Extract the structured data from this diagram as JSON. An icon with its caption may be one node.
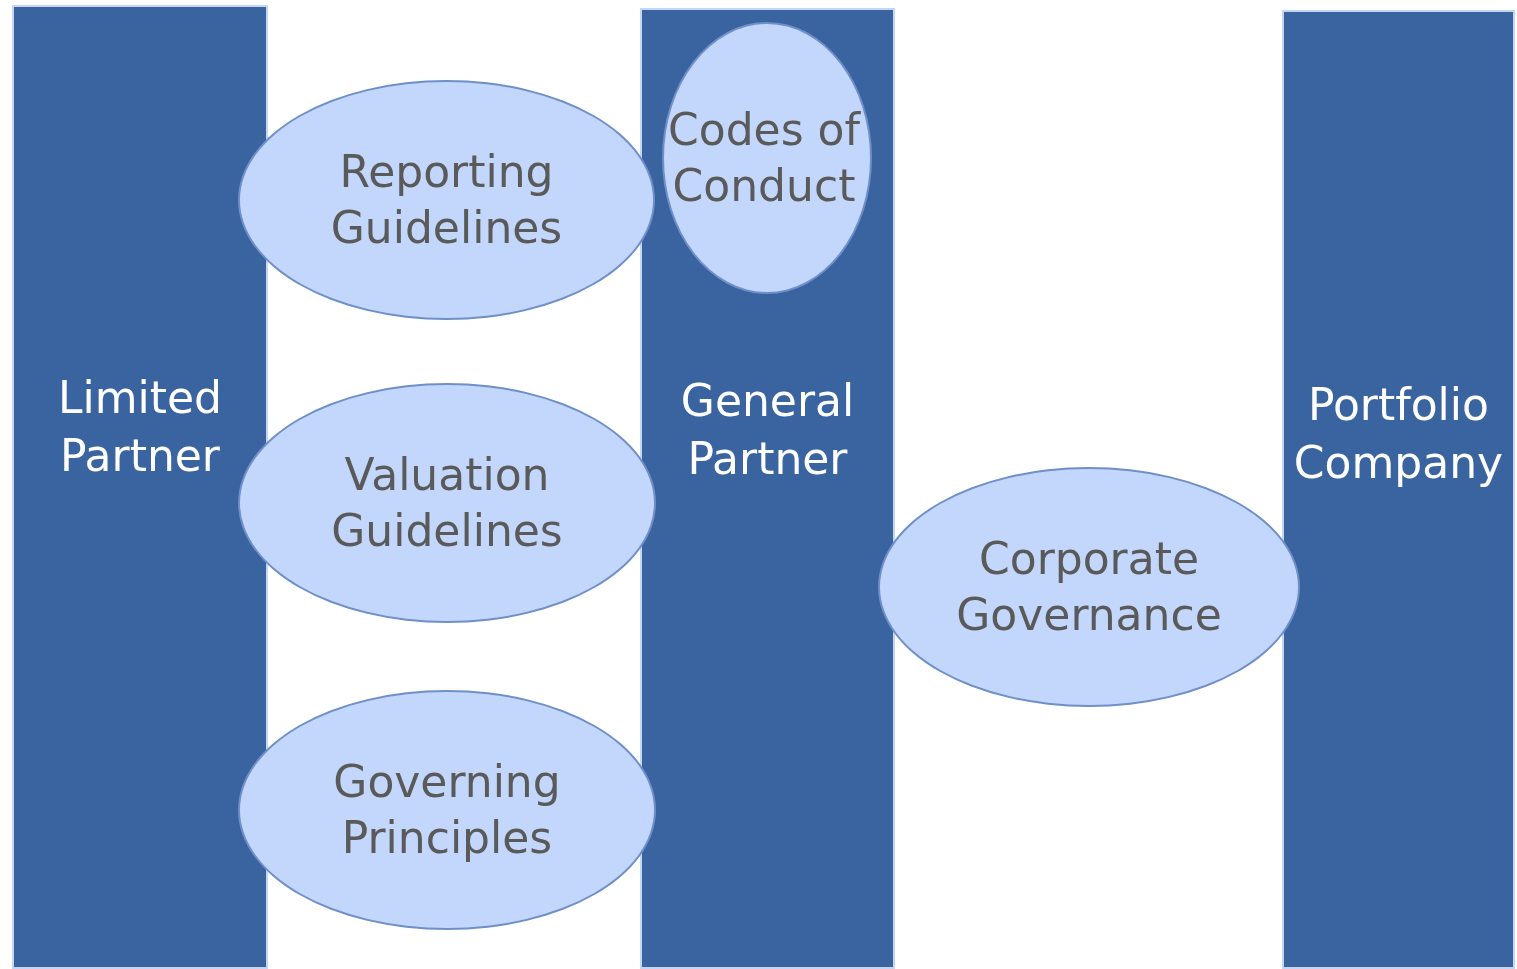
{
  "diagram": {
    "nodes": [
      {
        "text": [
          "Limited Partner"
        ]
      },
      {
        "text": [
          "Reporting Guidelines"
        ]
      },
      {
        "text": [
          "General Partner"
        ]
      },
      {
        "text": [
          "Codes of Conduct"
        ],
        "in": 2
      },
      {
        "text": [
          "Valuation Guidelines"
        ]
      },
      {
        "text": [
          "Governing Principles"
        ]
      },
      {
        "text": [
          "Corporate Governance"
        ]
      },
      {
        "text": [
          "Portfolio Company"
        ]
      }
    ]
  }
}
